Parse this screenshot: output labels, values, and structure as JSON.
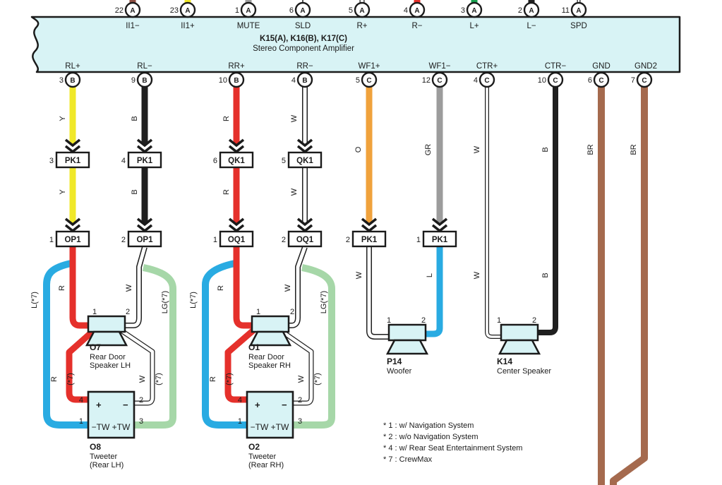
{
  "amplifier": {
    "code": "K15(A), K16(B), K17(C)",
    "name": "Stereo Component Amplifier"
  },
  "top_pins": [
    {
      "num": "22",
      "conn": "A",
      "label": "II1−"
    },
    {
      "num": "23",
      "conn": "A",
      "label": "II1+"
    },
    {
      "num": "1",
      "conn": "A",
      "label": "MUTE"
    },
    {
      "num": "6",
      "conn": "A",
      "label": "SLD"
    },
    {
      "num": "5",
      "conn": "A",
      "label": "R+"
    },
    {
      "num": "4",
      "conn": "A",
      "label": "R−"
    },
    {
      "num": "3",
      "conn": "A",
      "label": "L+"
    },
    {
      "num": "2",
      "conn": "A",
      "label": "L−"
    },
    {
      "num": "11",
      "conn": "A",
      "label": "SPD"
    }
  ],
  "bottom_pins": [
    {
      "num": "3",
      "conn": "B",
      "label": "RL+"
    },
    {
      "num": "9",
      "conn": "B",
      "label": "RL−"
    },
    {
      "num": "10",
      "conn": "B",
      "label": "RR+"
    },
    {
      "num": "4",
      "conn": "B",
      "label": "RR−"
    },
    {
      "num": "5",
      "conn": "C",
      "label": "WF1+"
    },
    {
      "num": "12",
      "conn": "C",
      "label": "WF1−"
    },
    {
      "num": "4",
      "conn": "C",
      "label": "CTR+"
    },
    {
      "num": "10",
      "conn": "C",
      "label": "CTR−"
    },
    {
      "num": "6",
      "conn": "C",
      "label": "GND"
    },
    {
      "num": "7",
      "conn": "C",
      "label": "GND2"
    }
  ],
  "connectors_row1": [
    {
      "num": "3",
      "label": "PK1"
    },
    {
      "num": "4",
      "label": "PK1"
    },
    {
      "num": "6",
      "label": "QK1"
    },
    {
      "num": "5",
      "label": "QK1"
    }
  ],
  "connectors_row2": [
    {
      "num": "1",
      "label": "OP1"
    },
    {
      "num": "2",
      "label": "OP1"
    },
    {
      "num": "1",
      "label": "OQ1"
    },
    {
      "num": "2",
      "label": "OQ1"
    },
    {
      "num": "2",
      "label": "PK1"
    },
    {
      "num": "1",
      "label": "PK1"
    }
  ],
  "wire_labels": {
    "y1": "Y",
    "b1": "B",
    "r1": "R",
    "w1": "W",
    "y2": "Y",
    "b2": "B",
    "r2": "R",
    "w2": "W",
    "o": "O",
    "gr": "GR",
    "w_ctr_u": "W",
    "b_ctr_u": "B",
    "br1": "BR",
    "br2": "BR",
    "w_wf": "W",
    "l_wf": "L",
    "w_ctr_l": "W",
    "b_ctr_l": "B",
    "r_lh": "R",
    "w_lh": "W",
    "r_rh": "R",
    "w_rh": "W",
    "l7_lh": "L(*7)",
    "lg7_lh": "LG(*7)",
    "l7_rh": "L(*7)",
    "lg7_rh": "LG(*7)",
    "r7_lh": "R",
    "r7s_lh": "(*7)",
    "w7_lh": "W",
    "w7s_lh": "(*7)",
    "r7_rh": "R",
    "r7s_rh": "(*7)",
    "w7_rh": "W",
    "w7s_rh": "(*7)"
  },
  "speakers": [
    {
      "id": "O7",
      "line1": "Rear Door",
      "line2": "Speaker LH",
      "pin1": "1",
      "pin2": "2"
    },
    {
      "id": "O1",
      "line1": "Rear Door",
      "line2": "Speaker RH",
      "pin1": "1",
      "pin2": "2"
    },
    {
      "id": "P14",
      "line1": "Woofer",
      "pin1": "1",
      "pin2": "2"
    },
    {
      "id": "K14",
      "line1": "Center Speaker",
      "pin1": "1",
      "pin2": "2"
    }
  ],
  "tweeters": [
    {
      "id": "O8",
      "line1": "Tweeter",
      "line2": "(Rear LH)",
      "plus": "+",
      "minus": "−",
      "tw": "−TW +TW",
      "pin_tl": "4",
      "pin_tr": "2",
      "pin_bl": "1",
      "pin_br": "3"
    },
    {
      "id": "O2",
      "line1": "Tweeter",
      "line2": "(Rear RH)",
      "plus": "+",
      "minus": "−",
      "tw": "−TW +TW",
      "pin_tl": "4",
      "pin_tr": "2",
      "pin_bl": "1",
      "pin_br": "3"
    }
  ],
  "notes": [
    "* 1 : w/ Navigation System",
    "* 2 : w/o Navigation System",
    "* 4 : w/ Rear Seat Entertainment System",
    "* 7 : CrewMax"
  ],
  "colors": {
    "box_fill": "#d8f3f5",
    "white": "#ffffff",
    "wireblack": "#1f1f1f",
    "yellow": "#f0e829",
    "red": "#e5302b",
    "orange": "#f0a23c",
    "gray": "#9c9c9c",
    "green": "#16a14e",
    "blue": "#29abe2",
    "lightgreen": "#a6d7a8",
    "brown": "#a56a4e",
    "maroon": "#8c4d41"
  }
}
